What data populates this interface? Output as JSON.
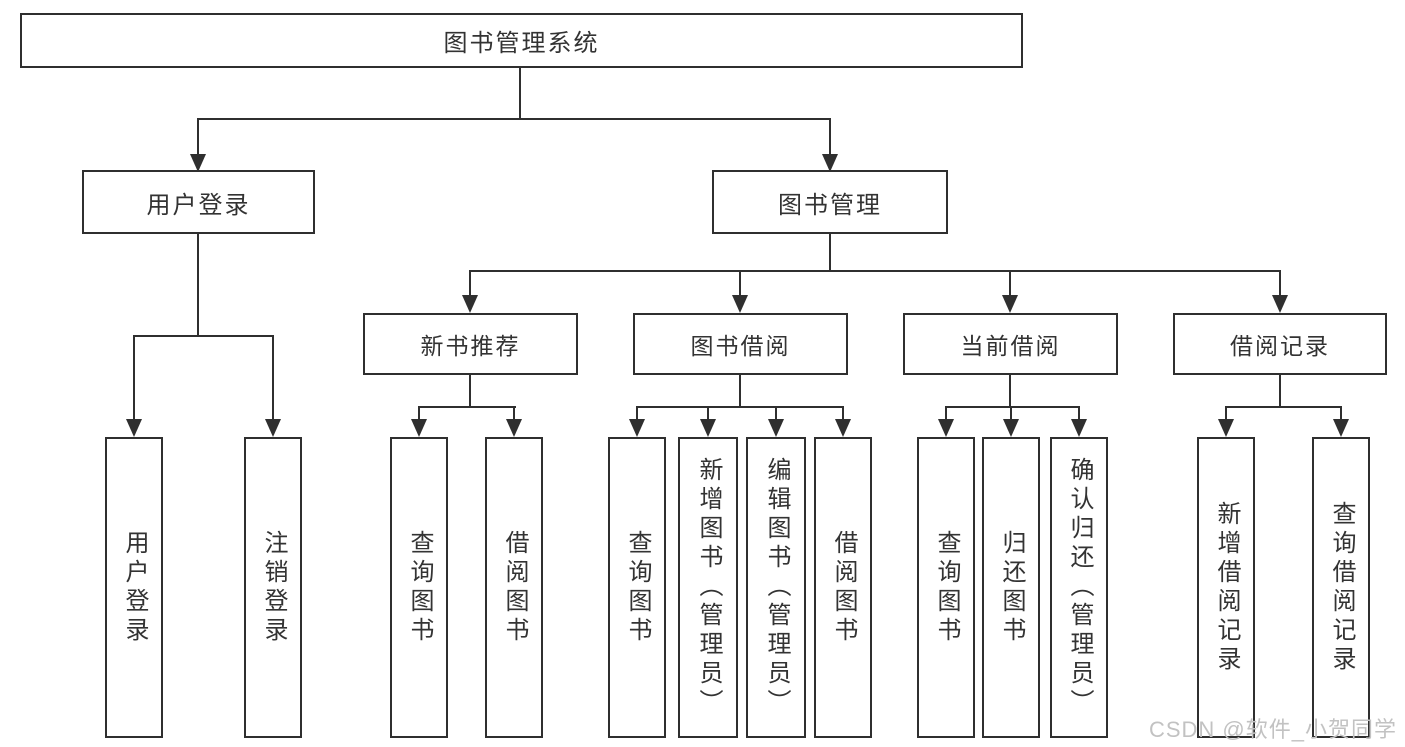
{
  "diagram": {
    "root": {
      "label": "图书管理系统"
    },
    "level2": [
      {
        "label": "用户登录"
      },
      {
        "label": "图书管理"
      }
    ],
    "level3": [
      {
        "label": "新书推荐"
      },
      {
        "label": "图书借阅"
      },
      {
        "label": "当前借阅"
      },
      {
        "label": "借阅记录"
      }
    ],
    "leaves": [
      {
        "label": "用户登录"
      },
      {
        "label": "注销登录"
      },
      {
        "label": "查询图书"
      },
      {
        "label": "借阅图书"
      },
      {
        "label": "查询图书"
      },
      {
        "label": "新增图书（管理员）"
      },
      {
        "label": "编辑图书（管理员）"
      },
      {
        "label": "借阅图书"
      },
      {
        "label": "查询图书"
      },
      {
        "label": "归还图书"
      },
      {
        "label": "确认归还（管理员）"
      },
      {
        "label": "新增借阅记录"
      },
      {
        "label": "查询借阅记录"
      }
    ]
  },
  "watermark": {
    "text": "CSDN @软件_小贺同学",
    "color": "#c2c2c2"
  },
  "colors": {
    "line": "#2f2f2f",
    "text": "#333333",
    "background": "#ffffff"
  }
}
